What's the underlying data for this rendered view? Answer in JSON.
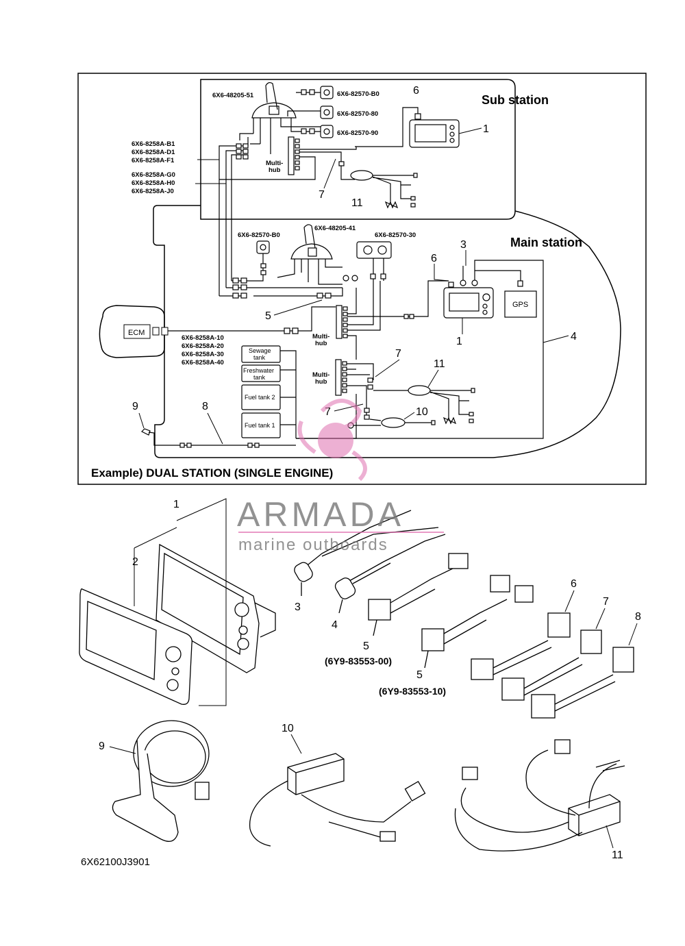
{
  "diagram": {
    "caption": "Example) DUAL STATION (SINGLE ENGINE)",
    "sub_station_label": "Sub station",
    "main_station_label": "Main station",
    "figure_code": "6X62100J3901",
    "sub_part_codes": {
      "remote": "6X6-48205-51",
      "sw_b0": "6X6-82570-B0",
      "sw_80": "6X6-82570-80",
      "sw_90": "6X6-82570-90"
    },
    "main_part_codes": {
      "sw_b0": "6X6-82570-B0",
      "remote": "6X6-48205-41",
      "key": "6X6-82570-30"
    },
    "harness_codes_1": [
      "6X6-8258A-B1",
      "6X6-8258A-D1",
      "6X6-8258A-F1"
    ],
    "harness_codes_2": [
      "6X6-8258A-G0",
      "6X6-8258A-H0",
      "6X6-8258A-J0"
    ],
    "harness_codes_3": [
      "6X6-8258A-10",
      "6X6-8258A-20",
      "6X6-8258A-30",
      "6X6-8258A-40"
    ],
    "hub_label_1": "Multi-",
    "hub_label_2": "hub",
    "ecm_label": "ECM",
    "gps_label": "GPS",
    "tanks": {
      "sewage": [
        "Sewage",
        "tank"
      ],
      "freshwater": [
        "Freshwater",
        "tank"
      ],
      "fuel2": "Fuel tank 2",
      "fuel1": "Fuel tank 1"
    },
    "callouts": {
      "n1": "1",
      "n2": "2",
      "n3": "3",
      "n4": "4",
      "n5": "5",
      "n6": "6",
      "n7": "7",
      "n8": "8",
      "n9": "9",
      "n10": "10",
      "n11": "11"
    },
    "part_numbers": {
      "p5a": "(6Y9-83553-00)",
      "p5b": "(6Y9-83553-10)"
    }
  },
  "watermark": {
    "brand": "ARMADA",
    "tagline": "marine outboards"
  }
}
